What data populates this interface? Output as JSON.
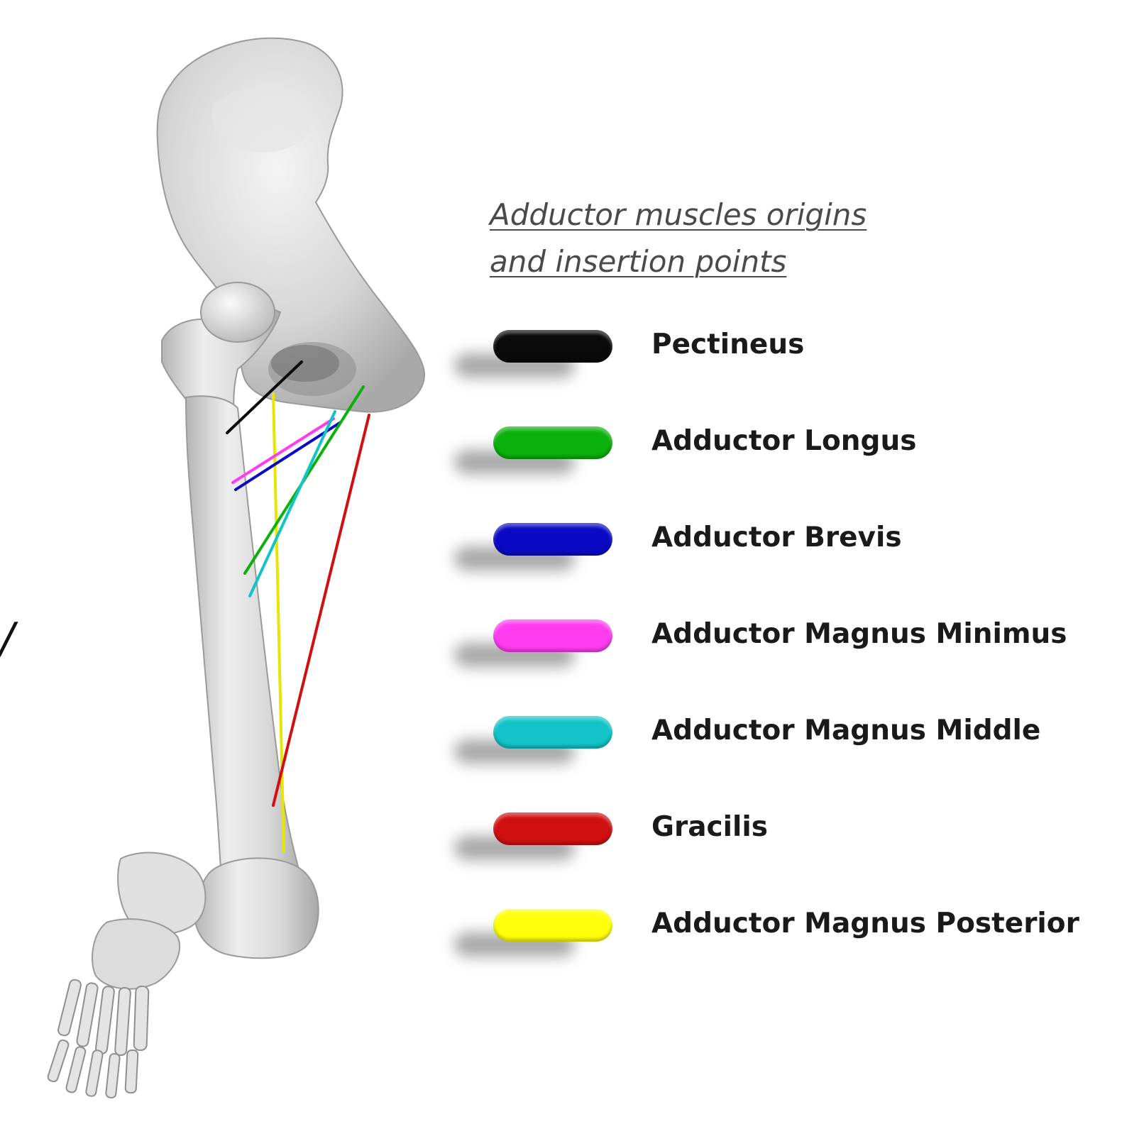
{
  "legend": {
    "title_line1": "Adductor muscles origins",
    "title_line2": "and insertion points",
    "items": [
      {
        "label": "Pectineus",
        "color": "#0a0a0a"
      },
      {
        "label": "Adductor Longus",
        "color": "#0cb00c"
      },
      {
        "label": "Adductor Brevis",
        "color": "#0a0ac4"
      },
      {
        "label": "Adductor Magnus Minimus",
        "color": "#ff3cf0"
      },
      {
        "label": "Adductor Magnus Middle",
        "color": "#12c4c8"
      },
      {
        "label": "Gracilis",
        "color": "#d01010"
      },
      {
        "label": "Adductor Magnus Posterior",
        "color": "#ffff0a"
      }
    ]
  },
  "edge_mark": "/",
  "bone_color": "#d9d9d9"
}
